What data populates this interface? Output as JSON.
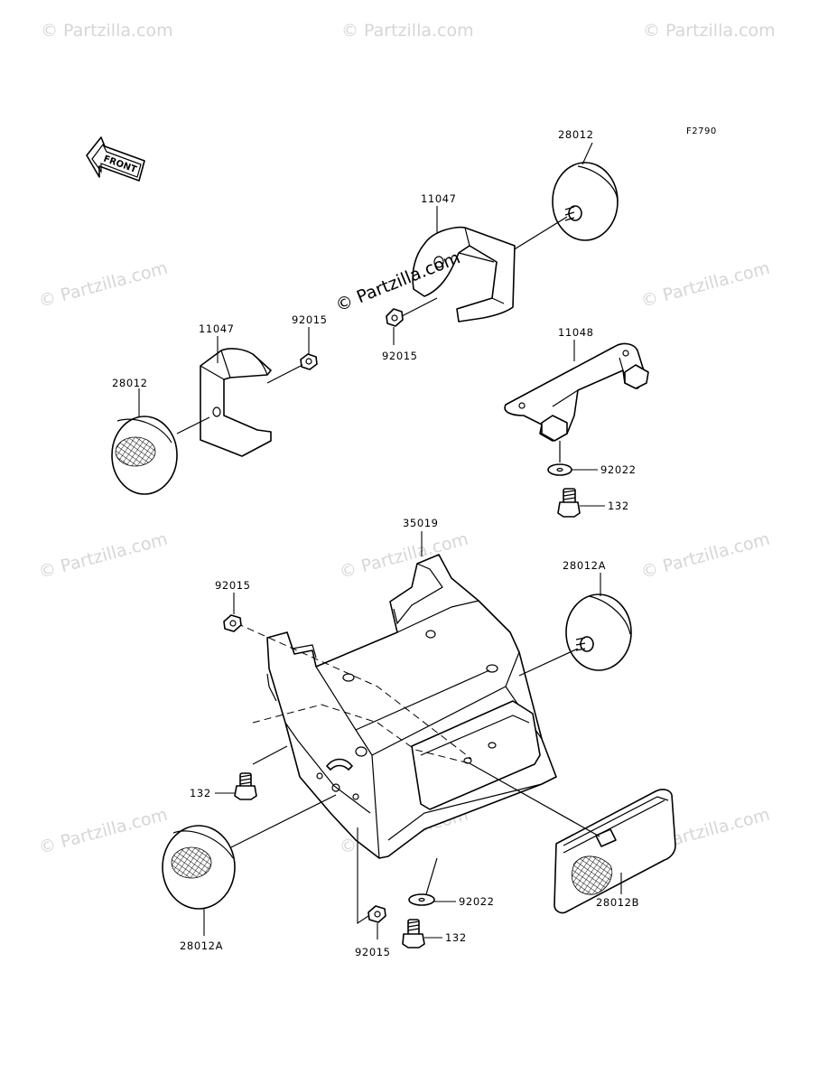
{
  "diagram_code": "F2790",
  "front_label": "FRONT",
  "watermark": "© Partzilla.com",
  "parts": {
    "p28012_top": "28012",
    "p11047_top": "11047",
    "p11047_left": "11047",
    "p92015_a": "92015",
    "p92015_b": "92015",
    "p28012_left": "28012",
    "p11048": "11048",
    "p92022_a": "92022",
    "p132_a": "132",
    "p35019": "35019",
    "p92015_c": "92015",
    "p28012A_right": "28012A",
    "p132_b": "132",
    "p28012A_left": "28012A",
    "p92015_d": "92015",
    "p92022_b": "92022",
    "p132_c": "132",
    "p28012B": "28012B"
  }
}
